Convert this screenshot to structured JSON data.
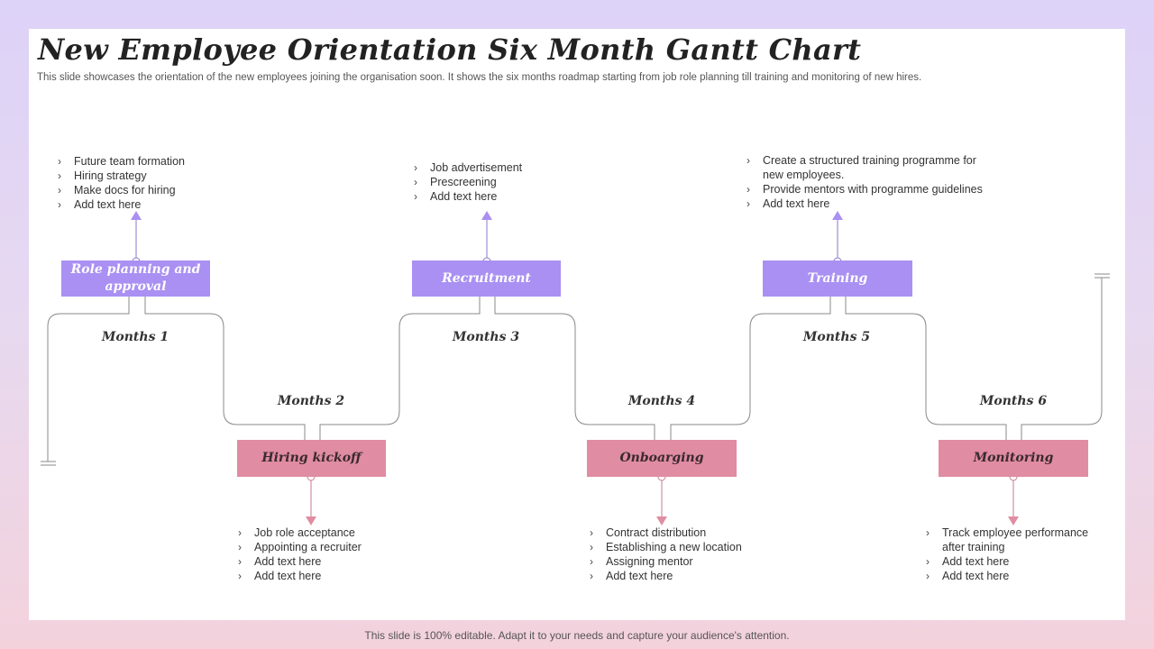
{
  "title": "New Employee Orientation Six Month Gantt Chart",
  "subtitle": "This slide showcases the  orientation of the new employees joining the organisation soon. It shows the six months roadmap starting from job role planning till training and monitoring of new hires.",
  "colors": {
    "top_box": "#a990f2",
    "bottom_box": "#e08ca2",
    "line": "#888888"
  },
  "milestones": [
    {
      "month": "Months 1",
      "label": "Role planning and approval",
      "bullets": [
        "Future team formation",
        "Hiring strategy",
        "Make docs for hiring",
        "Add text here"
      ]
    },
    {
      "month": "Months 2",
      "label": "Hiring kickoff",
      "bullets": [
        "Job role acceptance",
        "Appointing a recruiter",
        "Add text here",
        "Add text here"
      ]
    },
    {
      "month": "Months 3",
      "label": "Recruitment",
      "bullets": [
        "Job advertisement",
        "Prescreening",
        "Add text here"
      ]
    },
    {
      "month": "Months 4",
      "label": "Onboarging",
      "bullets": [
        "Contract distribution",
        "Establishing a new location",
        "Assigning mentor",
        "Add text here"
      ]
    },
    {
      "month": "Months 5",
      "label": "Training",
      "bullets": [
        "Create a structured training programme for new employees.",
        "Provide  mentors with programme guidelines",
        "Add text here"
      ]
    },
    {
      "month": "Months 6",
      "label": "Monitoring",
      "bullets": [
        "Track employee performance after training",
        "Add text here",
        "Add text here"
      ]
    }
  ],
  "footer": "This slide is 100% editable. Adapt it to your needs and capture your audience's attention."
}
